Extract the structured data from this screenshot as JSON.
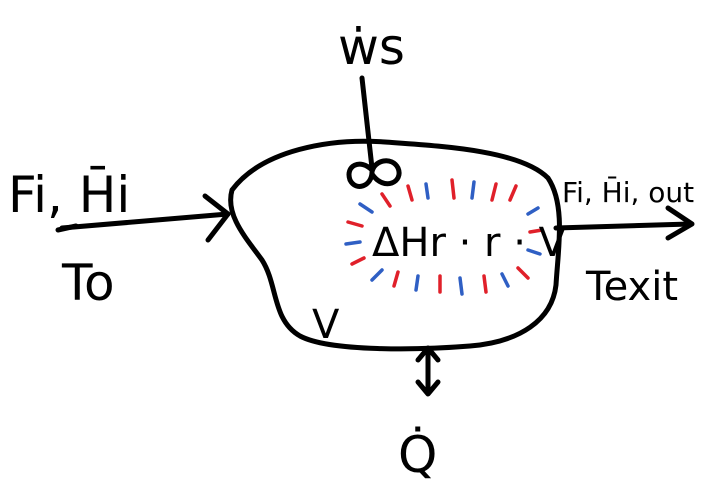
{
  "labels": {
    "work": "ẇs",
    "inlet_flow": "Fi, H̄i",
    "inlet_temp": "To",
    "volume": "V",
    "reaction_heat": "ΔHr · r · V",
    "outlet_flow": "Fi, H̄i, out",
    "outlet_temp": "Texit",
    "heat": "Q̇"
  },
  "colors": {
    "ink": "#000000",
    "hot_ticks": "#e0202a",
    "cold_ticks": "#2f5fc4"
  }
}
